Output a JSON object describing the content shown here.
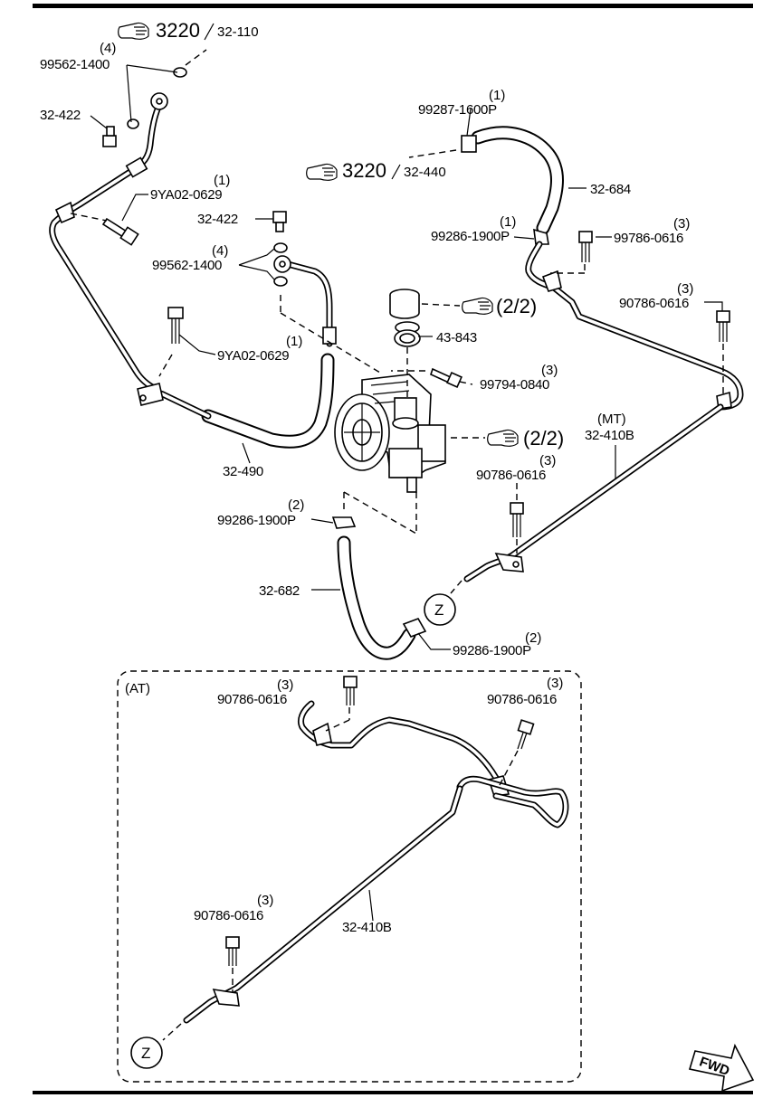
{
  "labels": {
    "washer_top_qty": "(4)",
    "washer_top": "99562-1400",
    "bolt_top": "32-422",
    "clamp_left_qty": "(1)",
    "clamp_left": "9YA02-0629",
    "bolt_mid": "32-422",
    "washer_mid_qty": "(4)",
    "washer_mid": "99562-1400",
    "clamp_lower_qty": "(1)",
    "clamp_lower": "9YA02-0629",
    "hose_return": "32-490",
    "clamp_top_right_qty": "(1)",
    "clamp_top_right": "99287-1600P",
    "hose_supply": "32-684",
    "clamp_r1_qty": "(1)",
    "clamp_r1": "99286-1900P",
    "bolt_r1_qty": "(3)",
    "bolt_r1": "99786-0616",
    "bolt_r2_qty": "(3)",
    "bolt_r2": "90786-0616",
    "cap": "43-843",
    "pump_bolt_qty": "(3)",
    "pump_bolt": "99794-0840",
    "mt_tag": "(MT)",
    "pipe_mt": "32-410B",
    "bolt_mt_qty": "(3)",
    "bolt_mt": "90786-0616",
    "clamp_lower_hose_qty": "(2)",
    "clamp_lower_hose": "99286-1900P",
    "hose_lower": "32-682",
    "clamp_bottom_qty": "(2)",
    "clamp_bottom": "99286-1900P",
    "at_tag": "(AT)",
    "bolt_at1_qty": "(3)",
    "bolt_at1": "90786-0616",
    "bolt_at2_qty": "(3)",
    "bolt_at2": "90786-0616",
    "bolt_at3_qty": "(3)",
    "bolt_at3": "90786-0616",
    "pipe_at": "32-410B",
    "connector_z_top": "Z",
    "connector_z_bottom": "Z",
    "fwd": "FWD"
  },
  "references": {
    "ref_top_main": "3220",
    "ref_top_sub": "32-110",
    "ref_mid_main": "3220",
    "ref_mid_sub": "32-440",
    "ref_cap": "(2/2)",
    "ref_pump": "(2/2)"
  },
  "icons": {
    "reference": "pointing-hand-icon",
    "direction": "fwd-arrow-icon"
  }
}
